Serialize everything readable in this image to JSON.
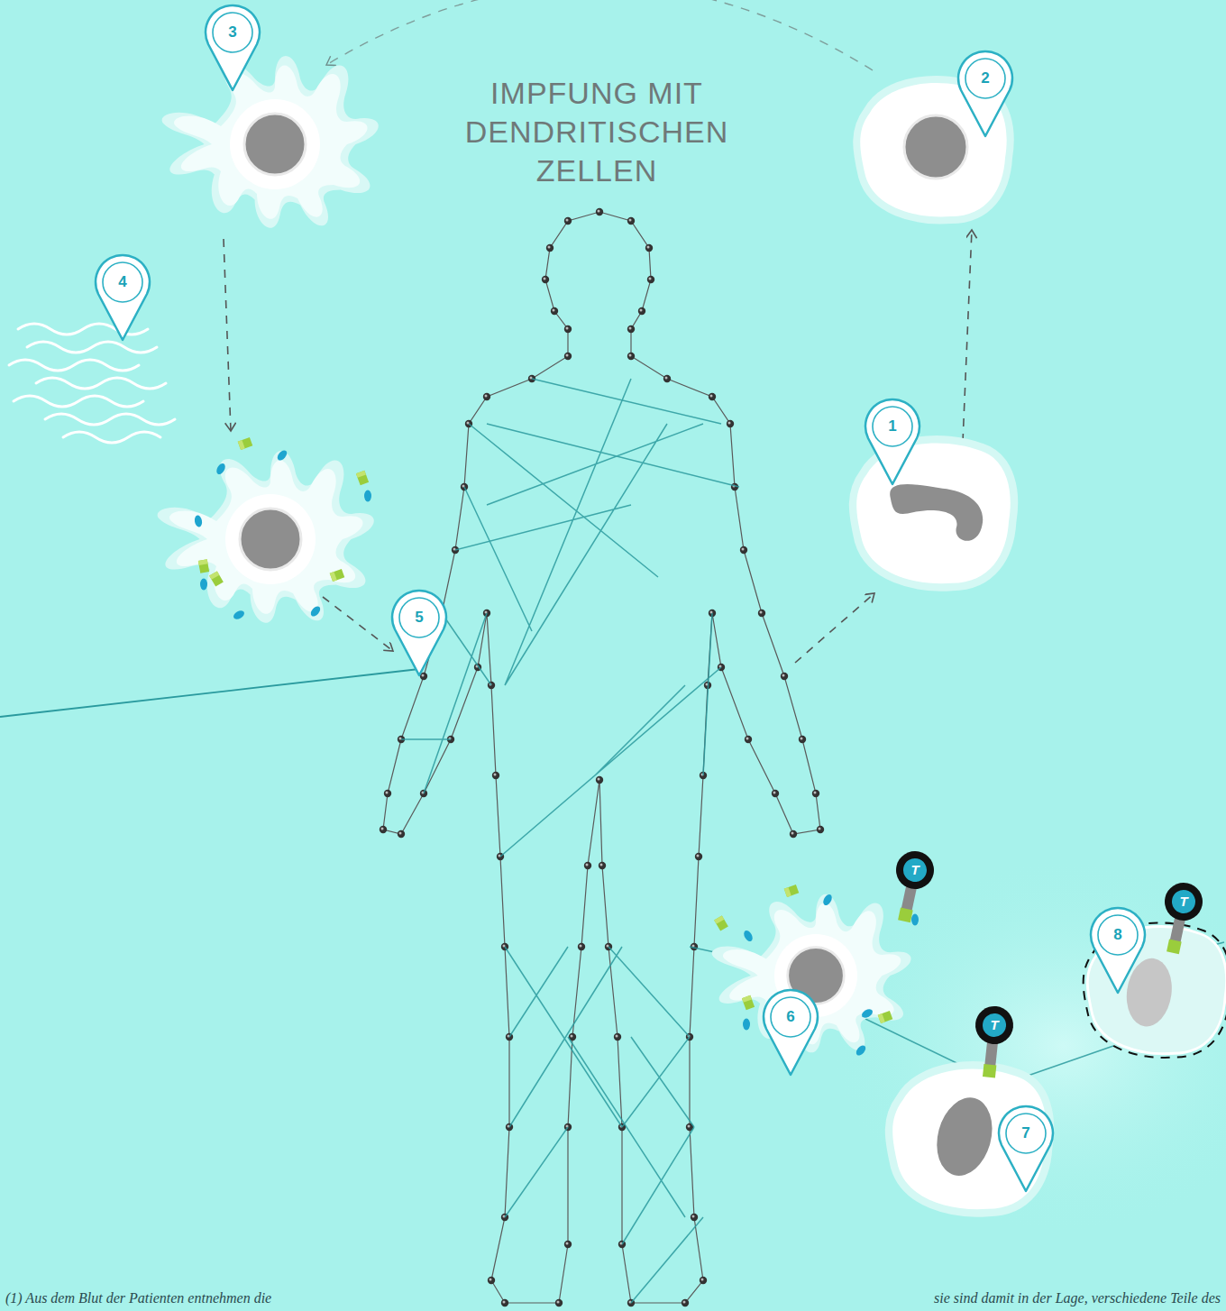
{
  "diagram": {
    "title": "IMPFUNG MIT DENDRITISCHEN ZELLEN",
    "labels": [
      "1",
      "2",
      "3",
      "4",
      "5",
      "6",
      "7",
      "8",
      "T",
      "T",
      "T",
      "(1) Aus dem Blut der Patienten entnehmen die",
      "sie sind damit in der Lage, verschiedene Teile des"
    ]
  }
}
